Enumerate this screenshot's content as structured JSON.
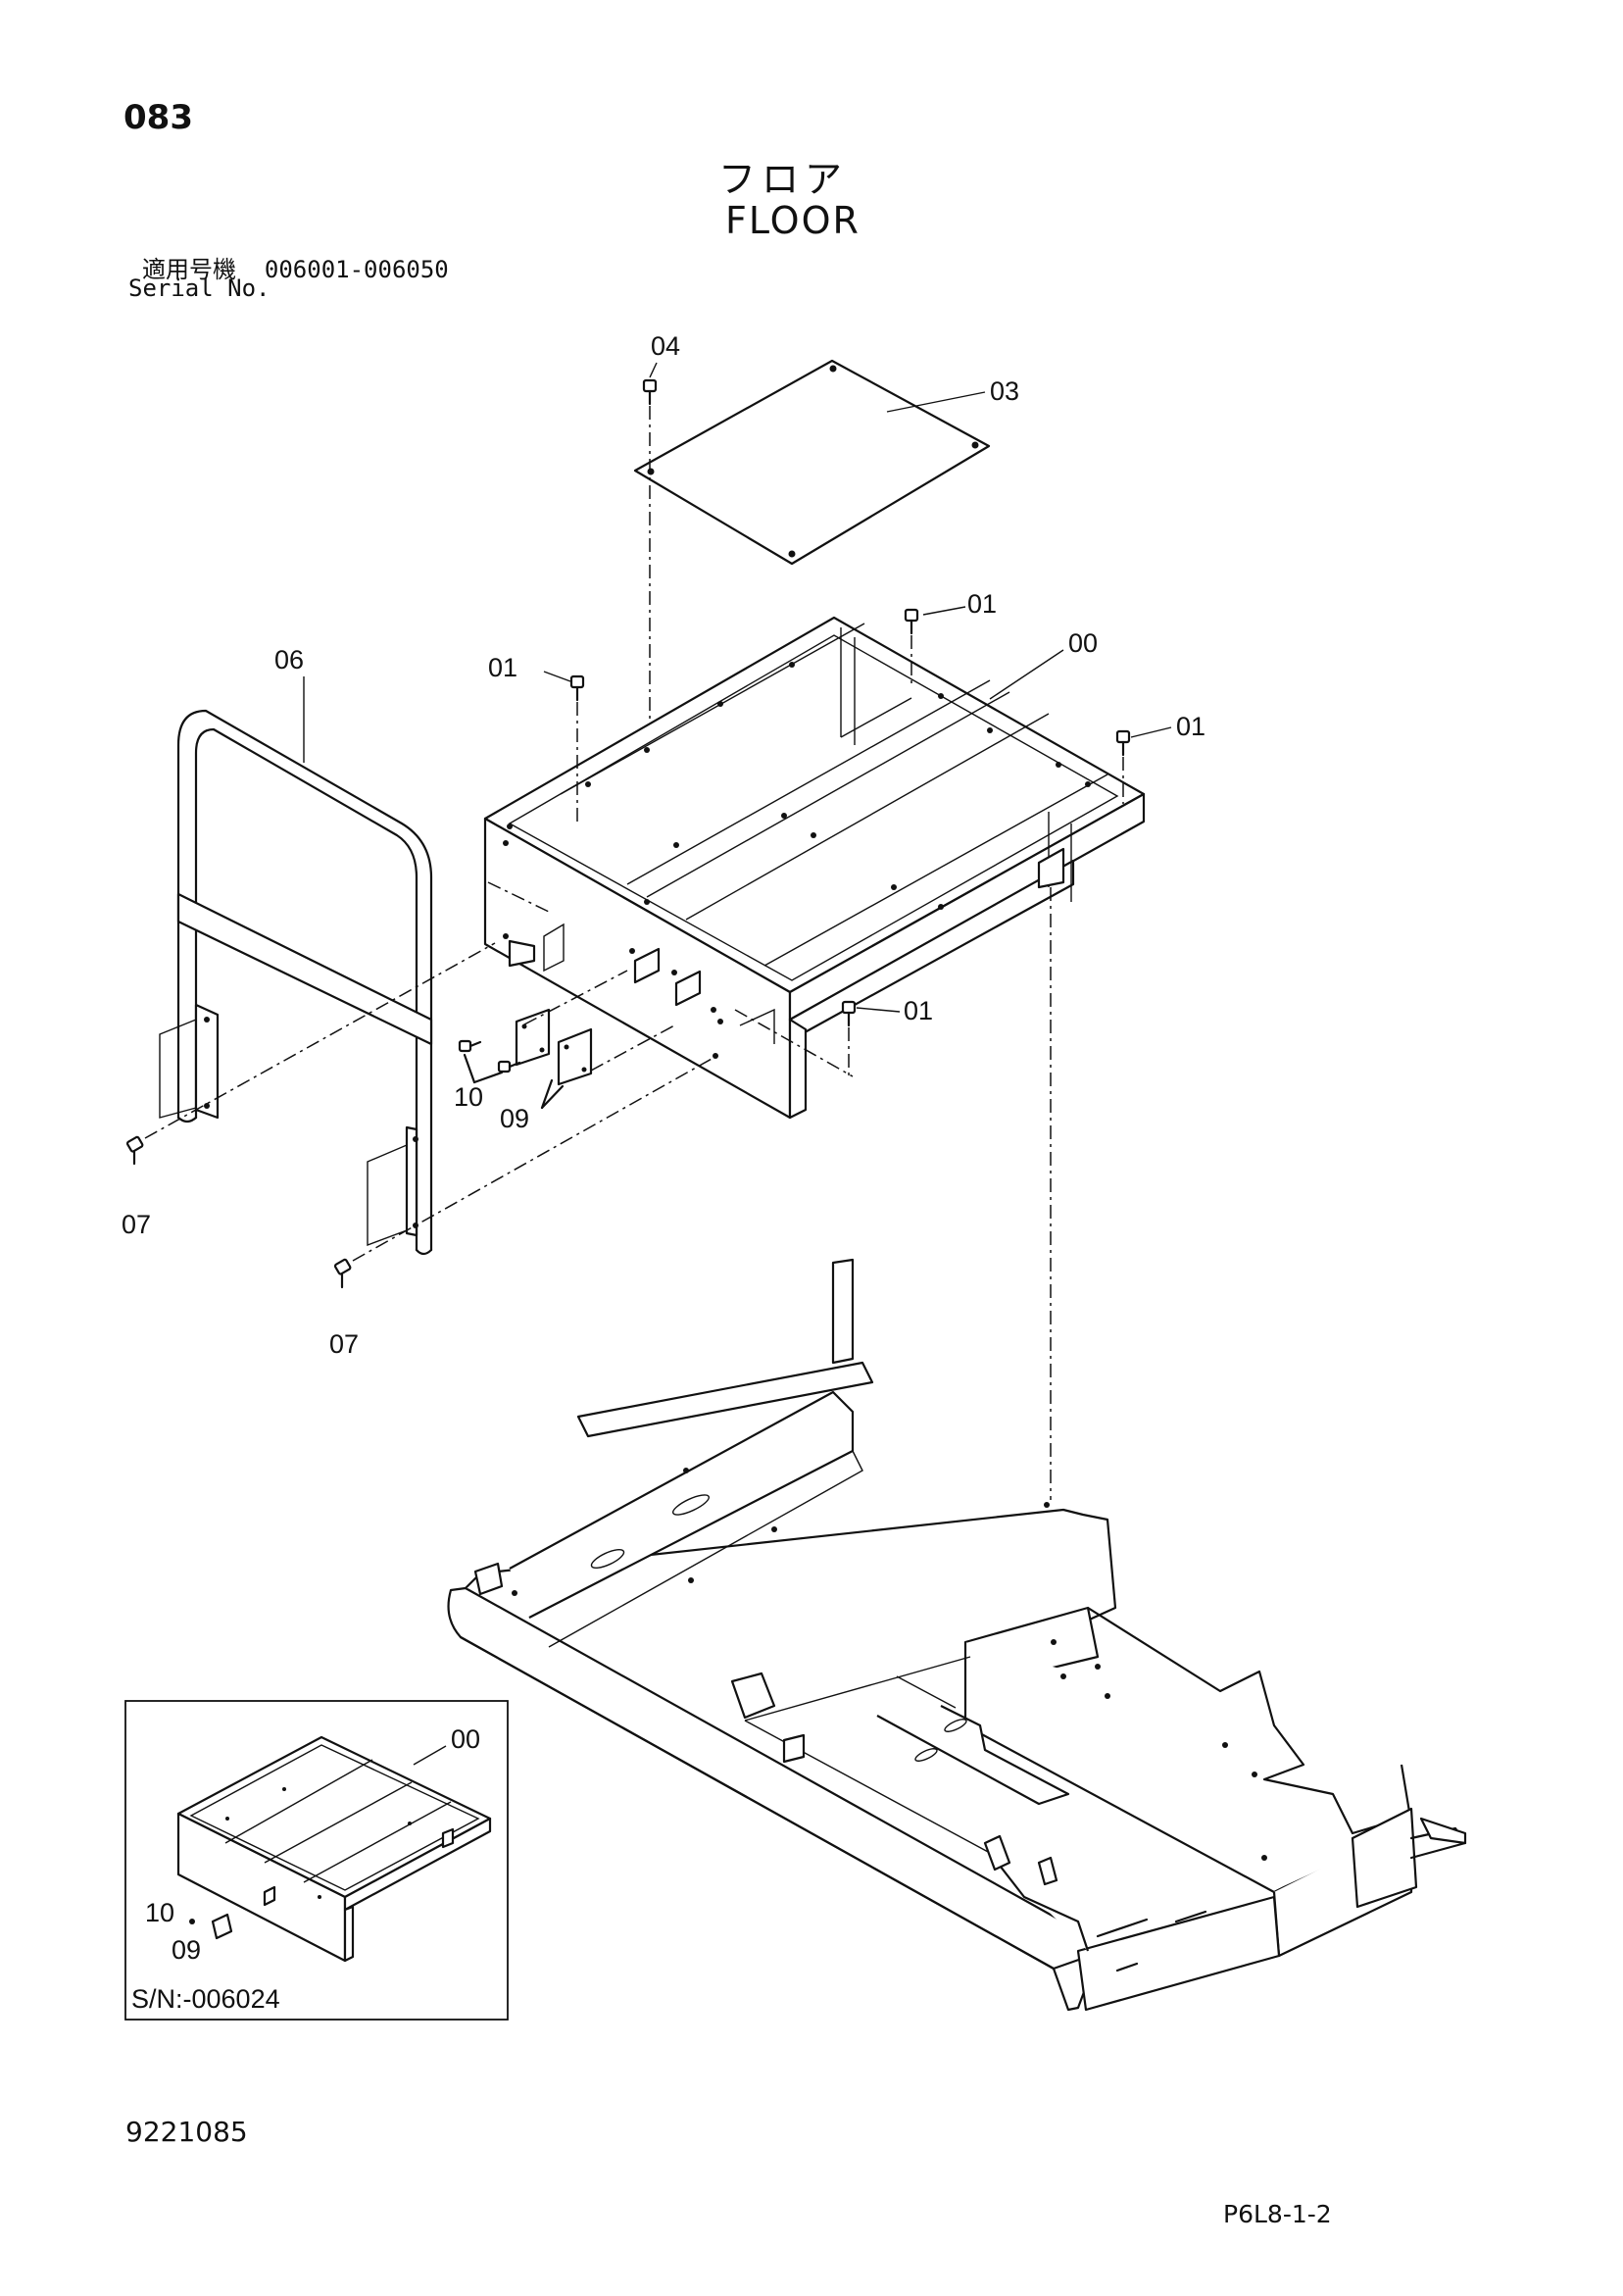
{
  "header": {
    "page_number": "083",
    "title_jp": "フロア",
    "title_en": "FLOOR",
    "serial_label_jp": "適用号機",
    "serial_range": "006001-006050",
    "serial_label_en": "Serial No."
  },
  "callouts": {
    "c00": "00",
    "c01": "01",
    "c03": "03",
    "c04": "04",
    "c06": "06",
    "c07": "07",
    "c09": "09",
    "c10": "10"
  },
  "inset": {
    "c00": "00",
    "c09": "09",
    "c10": "10",
    "serial_note": "S/N:-006024"
  },
  "footer": {
    "doc_number": "9221085",
    "page_code": "P6L8-1-2"
  }
}
